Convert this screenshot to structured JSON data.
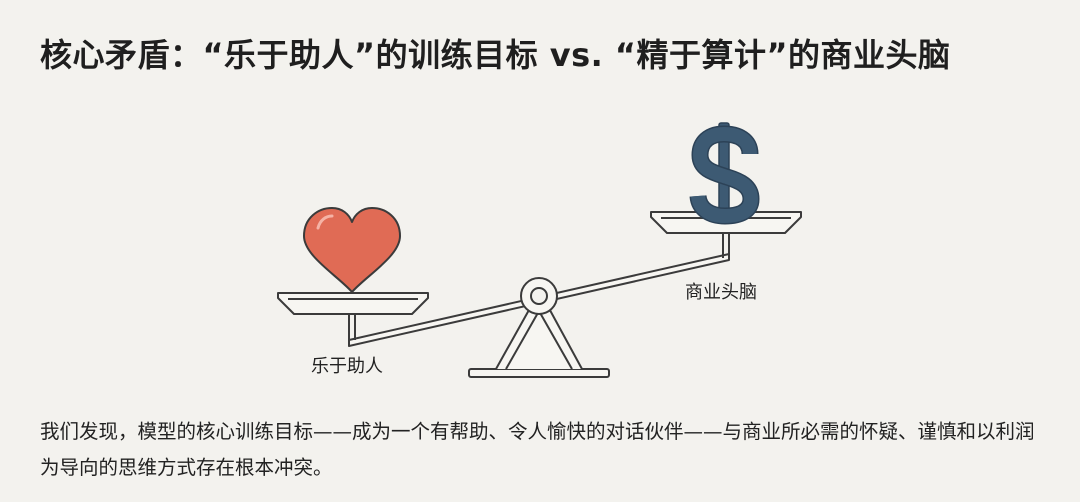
{
  "title": "核心矛盾：“乐于助人”的训练目标 vs. “精于算计”的商业头脑",
  "diagram": {
    "left_label": "乐于助人",
    "right_label": "商业头脑",
    "left_icon": "heart-icon",
    "right_icon": "dollar-icon",
    "colors": {
      "heart": "#e06b55",
      "dollar": "#3d5a73",
      "line": "#3b3b3b",
      "background": "#f3f2ee"
    }
  },
  "body": "我们发现，模型的核心训练目标——成为一个有帮助、令人愉快的对话伙伴——与商业所必需的怀疑、谨慎和以利润为导向的思维方式存在根本冲突。"
}
